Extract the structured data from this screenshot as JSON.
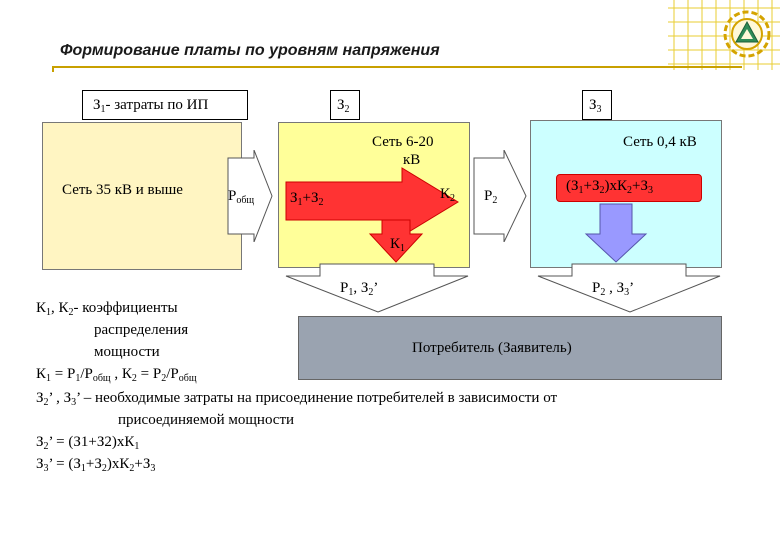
{
  "title": "Формирование платы по уровням напряжения",
  "top_labels": {
    "z1": "З",
    "z1_sub": "1",
    "z1_rest": "- затраты по ИП",
    "z2": "З",
    "z2_sub": "2",
    "z3": "З",
    "z3_sub": "3"
  },
  "boxes": {
    "net35": "Сеть 35 кВ и выше",
    "net620_line1": "Сеть 6-20",
    "net620_line2": "кВ",
    "net04": "Сеть 0,4 кВ"
  },
  "arrows": {
    "p_total": "Р",
    "p_total_sub": "общ",
    "z1z2_a": "З",
    "z1z2_a_sub": "1",
    "z1z2_b": "+З",
    "z1z2_b_sub": "2",
    "k2": "К",
    "k2_sub": "2",
    "p2": "Р",
    "p2_sub": "2",
    "formula_a": "(З",
    "formula_a_sub": "1",
    "formula_b": "+З",
    "formula_b_sub": "2",
    "formula_c": ")хК",
    "formula_c_sub": "2",
    "formula_d": "+З",
    "formula_d_sub": "3",
    "k1": "К",
    "k1_sub": "1",
    "p1z2_a": "Р",
    "p1z2_a_sub": "1",
    "p1z2_b": ", З",
    "p1z2_b_sub": "2",
    "p1z2_c": "’",
    "p2z3_a": "Р",
    "p2z3_a_sub": "2",
    "p2z3_b": " , З",
    "p2z3_b_sub": "3",
    "p2z3_c": "’"
  },
  "consumer": "Потребитель (Заявитель)",
  "notes": {
    "line1_a": "К",
    "line1_a_sub": "1",
    "line1_b": ", К",
    "line1_b_sub": "2",
    "line1_c": "-  коэффициенты",
    "line2": "распределения",
    "line3": "мощности",
    "line4_a": "К",
    "line4_a_sub": "1",
    "line4_b": " = Р",
    "line4_b_sub": "1",
    "line4_c": "/Р",
    "line4_c_sub": "общ",
    "line4_d": " , К",
    "line4_d_sub": "2",
    "line4_e": " = Р",
    "line4_e_sub": "2",
    "line4_f": "/Р",
    "line4_f_sub": "общ",
    "line5_a": "З",
    "line5_a_sub": "2",
    "line5_b": "’ , З",
    "line5_b_sub": "3",
    "line5_c": "’ – необходимые затраты на присоединение потребителей в зависимости от",
    "line6": "присоединяемой мощности",
    "line7_a": "З",
    "line7_a_sub": "2",
    "line7_b": "’ = (З1+З2)хК",
    "line7_b_sub": "1",
    "line8_a": "З",
    "line8_a_sub": "3",
    "line8_b": "’ = (З",
    "line8_b_sub": "1",
    "line8_c": "+З",
    "line8_c_sub": "2",
    "line8_d": ")хК",
    "line8_d_sub": "2",
    "line8_e": "+З",
    "line8_e_sub": "3"
  },
  "colors": {
    "net35_fill": "#fff5c2",
    "net620_fill": "#ffff99",
    "net04_fill": "#ccffff",
    "red_arrow": "#ff3333",
    "purple_arrow": "#9999ff",
    "consumer_fill": "#9aa3b0",
    "title_rule": "#c8a000"
  }
}
